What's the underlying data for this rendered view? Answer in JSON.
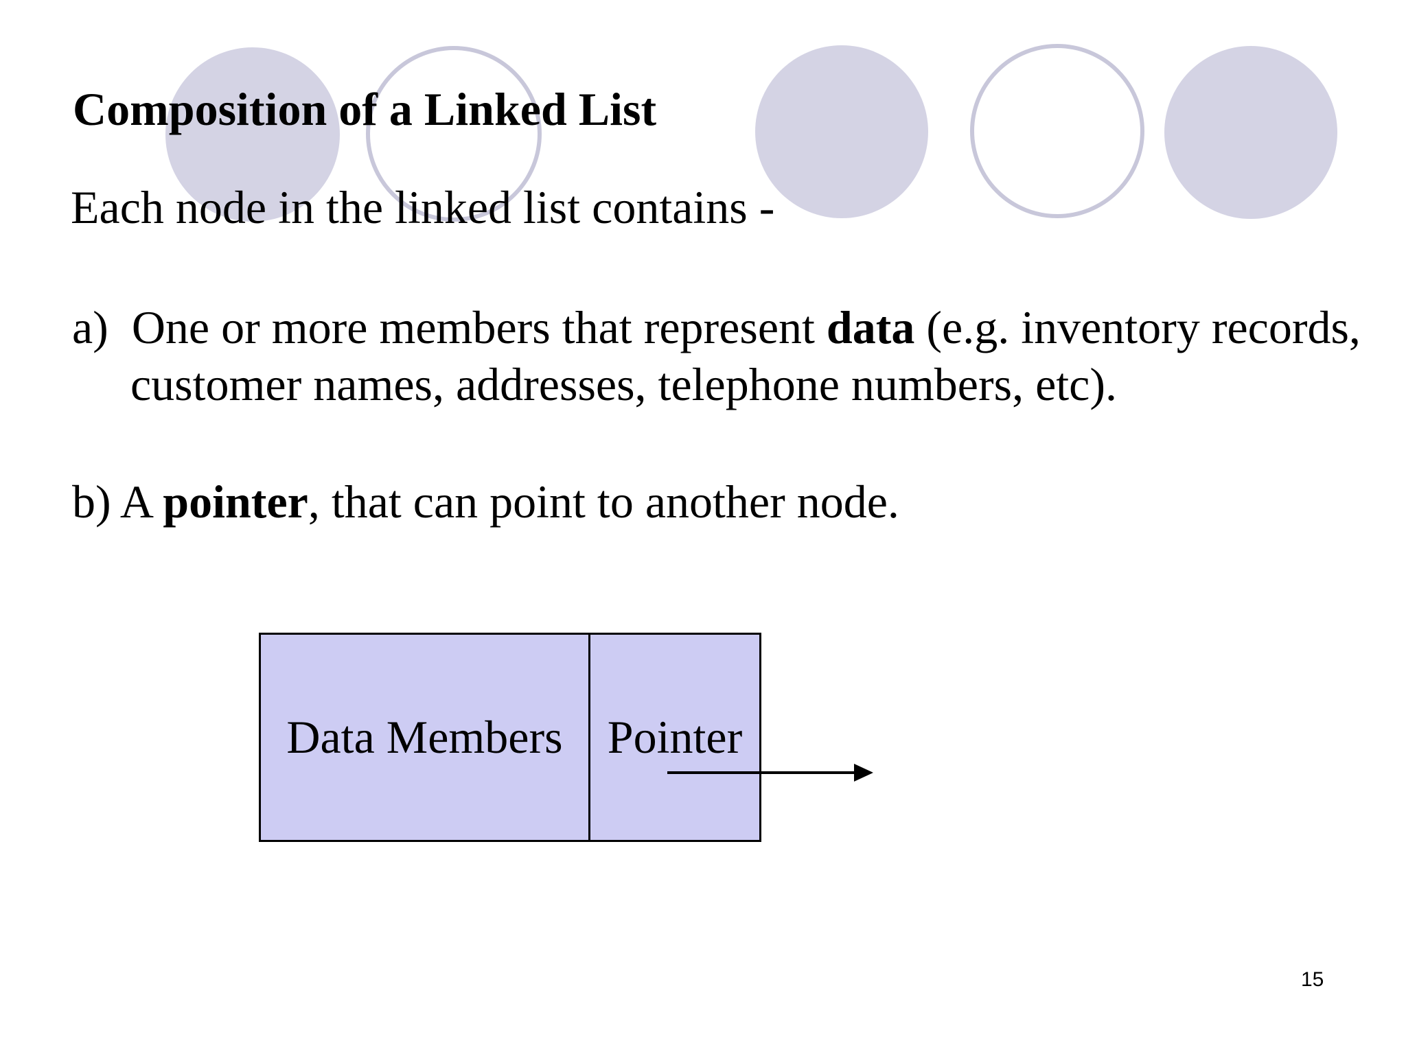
{
  "slide": {
    "title": "Composition of a Linked List",
    "intro": "Each node in the linked list contains -",
    "bullet_a": {
      "label": "a)",
      "text_before_bold": "  One or more members that represent ",
      "bold_word": "data",
      "text_after_bold": " (e.g. inventory records,",
      "line2": "customer names, addresses, telephone numbers, etc)."
    },
    "bullet_b": {
      "label": "b)",
      "text_before_bold": " A ",
      "bold_word": "pointer",
      "text_after_bold": ", that can point to another node."
    },
    "diagram": {
      "data_cell_label": "Data Members",
      "pointer_cell_label": "Pointer"
    },
    "page_number": "15",
    "colors": {
      "circle_fill": "#d4d3e4",
      "circle_outline": "#c8c7da",
      "node_fill": "#cdccf3",
      "node_border": "#000000",
      "text": "#000000"
    }
  }
}
